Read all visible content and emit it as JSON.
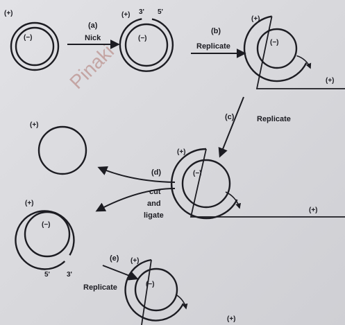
{
  "labels": {
    "plus": "(+)",
    "minus": "(−)",
    "three_prime": "3'",
    "five_prime": "5'"
  },
  "steps": {
    "a": {
      "letter": "(a)",
      "word": "Nick"
    },
    "b": {
      "letter": "(b)",
      "word": "Replicate"
    },
    "c": {
      "letter": "(c)",
      "word": "Replicate"
    },
    "d": {
      "letter": "(d)",
      "word_1": "cut",
      "word_2": "and",
      "word_3": "ligate"
    },
    "e": {
      "letter": "(e)",
      "word": "Replicate"
    }
  },
  "watermark": "Pinaki",
  "colors": {
    "background": "#d9d9dc",
    "ink": "#1c1c22",
    "watermark": "#963c32"
  }
}
